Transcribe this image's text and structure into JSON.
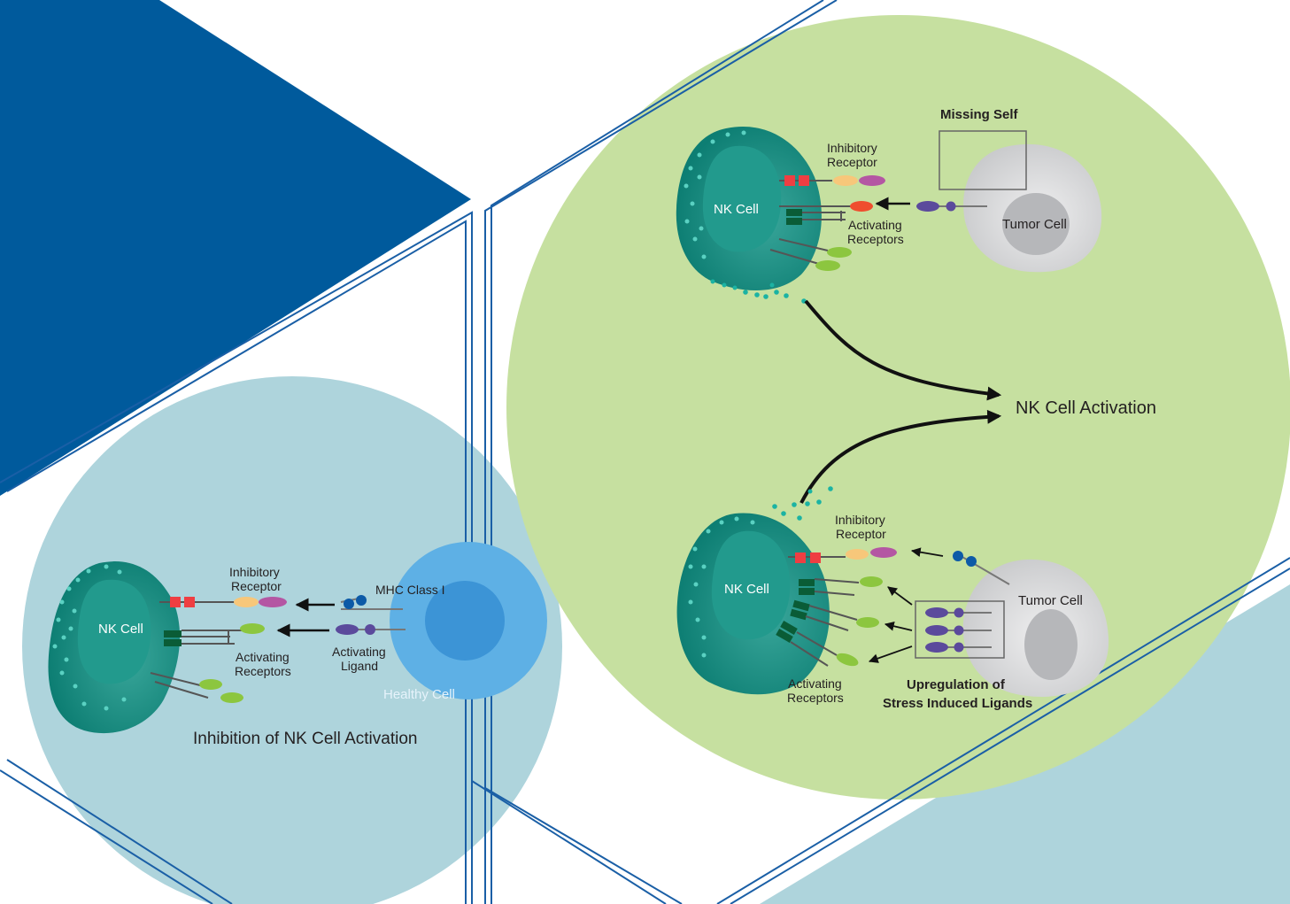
{
  "colors": {
    "navy": "#005a9c",
    "light_blue": "#aed4dc",
    "green": "#c6e0a0",
    "nk_cell": "#0f8a7e",
    "tumor": "#d4d5d7",
    "healthy": "#5eb0e5",
    "inhibitory": "#ef3e42",
    "activating_receptor": "#0a5c36",
    "ligand": "#5b4a9c",
    "mhc": "#0d5aa7"
  },
  "left_panel": {
    "nk_cell_label": "NK Cell",
    "inhibitory_receptor_line1": "Inhibitory",
    "inhibitory_receptor_line2": "Receptor",
    "activating_receptors_line1": "Activating",
    "activating_receptors_line2": "Receptors",
    "mhc_label": "MHC Class I",
    "activating_ligand_line1": "Activating",
    "activating_ligand_line2": "Ligand",
    "healthy_cell_label": "Healthy Cell",
    "caption": "Inhibition of NK Cell Activation"
  },
  "right_top": {
    "title": "Missing Self",
    "nk_cell_label": "NK Cell",
    "inhibitory_receptor_line1": "Inhibitory",
    "inhibitory_receptor_line2": "Receptor",
    "activating_receptors_line1": "Activating",
    "activating_receptors_line2": "Receptors",
    "tumor_cell_label": "Tumor Cell"
  },
  "activation_label": "NK Cell Activation",
  "right_bottom": {
    "nk_cell_label": "NK Cell",
    "inhibitory_receptor_line1": "Inhibitory",
    "inhibitory_receptor_line2": "Receptor",
    "tumor_cell_label": "Tumor Cell",
    "activating_receptors_line1": "Activating",
    "activating_receptors_line2": "Receptors",
    "upregulation_line1": "Upregulation of",
    "upregulation_line2": "Stress Induced Ligands"
  }
}
